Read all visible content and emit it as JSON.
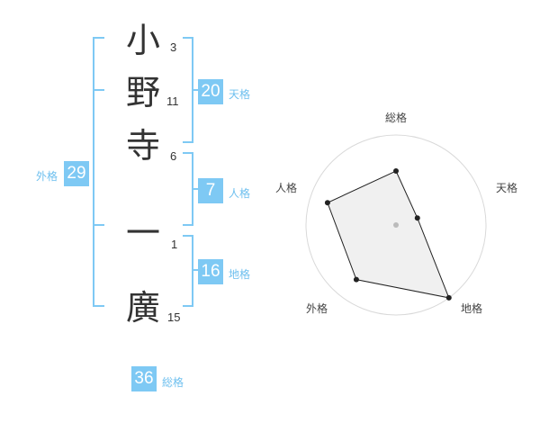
{
  "name_chars": [
    {
      "char": "小",
      "strokes": "3"
    },
    {
      "char": "野",
      "strokes": "11"
    },
    {
      "char": "寺",
      "strokes": "6"
    },
    {
      "char": "一",
      "strokes": "1"
    },
    {
      "char": "廣",
      "strokes": "15"
    }
  ],
  "kaku": {
    "tenkaku": {
      "value": "20",
      "label": "天格"
    },
    "jinkaku": {
      "value": "7",
      "label": "人格"
    },
    "chikaku": {
      "value": "16",
      "label": "地格"
    },
    "gaikaku": {
      "value": "29",
      "label": "外格"
    },
    "soukaku": {
      "value": "36",
      "label": "総格"
    }
  },
  "radar": {
    "axes": [
      "総格",
      "天格",
      "地格",
      "外格",
      "人格"
    ],
    "values": [
      0.6,
      0.25,
      1.0,
      0.75,
      0.8
    ],
    "colors": {
      "ring": "#d9d9d9",
      "fill": "#eeeeee",
      "line": "#222222",
      "center": "#bbbbbb"
    }
  },
  "colors": {
    "bracket": "#7ec9f4",
    "accent": "#7ec9f4"
  }
}
